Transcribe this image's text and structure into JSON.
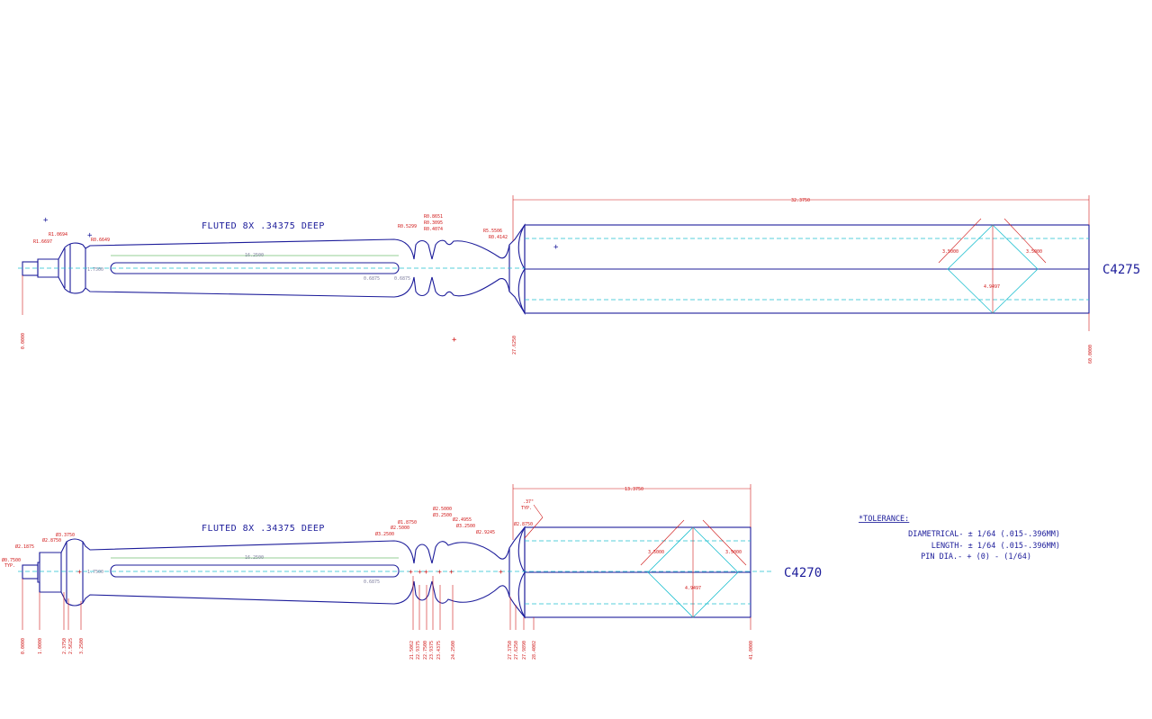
{
  "parts": [
    {
      "id": "C4275",
      "label": "C4275",
      "flute_note": "FLUTED 8X .34375 DEEP",
      "overall_square_length": "32.3750",
      "square_face": "3.5000",
      "square_face_2": "3.5000",
      "diagonal": "4.9497",
      "flute_length": "16.2500",
      "flute_offset": "1.7500",
      "flute_dia_a": "0.6875",
      "flute_dia_b": "0.6875",
      "radii": [
        "R1.0694",
        "R1.6697",
        "R0.6649",
        "R0.5299",
        "R0.8651",
        "R0.3095",
        "R0.4074",
        "R5.5506",
        "R0.4142"
      ],
      "ordinates": [
        "0.0000",
        "27.6250",
        "60.0000"
      ]
    },
    {
      "id": "C4270",
      "label": "C4270",
      "flute_note": "FLUTED 8X .34375 DEEP",
      "overall_square_length": "13.3750",
      "square_face": "3.5000",
      "square_face_2": "3.5000",
      "diagonal": "4.9497",
      "flute_length": "16.2500",
      "flute_offset": "1.7500",
      "flute_dia_a": "0.6875",
      "typ_note": ".37\"",
      "typ_label": "TYP.",
      "pin_dia": "Ø0.7500",
      "pin_typ": "TYP.",
      "diameters": [
        "Ø2.1875",
        "Ø2.8750",
        "Ø3.3750",
        "Ø1.8750",
        "Ø2.5000",
        "Ø3.2500",
        "Ø2.5000",
        "Ø3.2500",
        "Ø2.4955",
        "Ø3.2500",
        "Ø2.9245",
        "Ø2.8750"
      ],
      "ordinates": [
        "0.0000",
        "1.0000",
        "2.3750",
        "2.5625",
        "3.2500",
        "21.5062",
        "22.9375",
        "22.7500",
        "23.9375",
        "23.4375",
        "24.2500",
        "27.3750",
        "27.6250",
        "27.9890",
        "28.4002",
        "41.0000"
      ]
    }
  ],
  "tolerance": {
    "heading": "*TOLERANCE:",
    "diametrical": "DIAMETRICAL- ± 1/64 (.015-.396MM)",
    "length": "LENGTH- ± 1/64 (.015-.396MM)",
    "pin": "PIN DIA.- + (0) - (1/64)"
  },
  "colors": {
    "outline": "#1c1c9a",
    "centerline": "#20c0d0",
    "dimension": "#d01818",
    "flute_dim": "#2aa02a"
  }
}
